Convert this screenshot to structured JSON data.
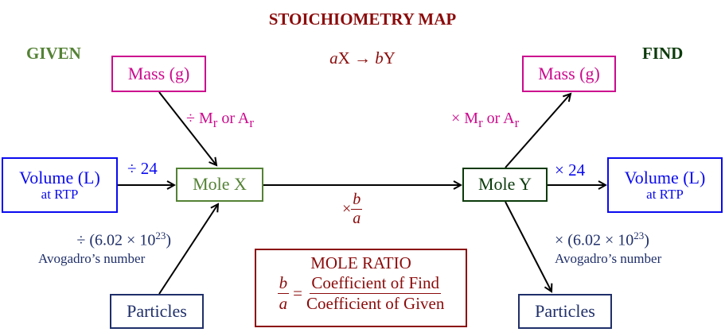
{
  "title": "STOICHIOMETRY MAP",
  "given_label": "GIVEN",
  "find_label": "FIND",
  "equation": {
    "a": "a",
    "x": "X → ",
    "b": "b",
    "y": "Y"
  },
  "given": {
    "mass": "Mass (g)",
    "volume": "Volume (L)",
    "volume_sub": "at RTP",
    "mole": "Mole X",
    "particles": "Particles",
    "mass_op": "÷ M",
    "mass_op_sub1": "r",
    "mass_op_mid": " or A",
    "mass_op_sub2": "r",
    "volume_op": "÷ 24",
    "particles_op": "÷ (6.02 × 10",
    "particles_op_exp": "23",
    "particles_op_end": ")",
    "avogadro": "Avogadro’s number"
  },
  "find": {
    "mass": "Mass (g)",
    "volume": "Volume (L)",
    "volume_sub": "at RTP",
    "mole": "Mole Y",
    "particles": "Particles",
    "mass_op": "× M",
    "mass_op_sub1": "r",
    "mass_op_mid": " or A",
    "mass_op_sub2": "r",
    "volume_op": "× 24",
    "particles_op": "× (6.02 × 10",
    "particles_op_exp": "23",
    "particles_op_end": ")",
    "avogadro": "Avogadro’s number"
  },
  "ratio_op": {
    "times": "×",
    "num": "b",
    "den": "a"
  },
  "mole_ratio": {
    "title": "MOLE RATIO",
    "lhs_num": "b",
    "lhs_den": "a",
    "equals": "=",
    "num": "Coefficient of Find",
    "den": "Coefficient of Given"
  }
}
